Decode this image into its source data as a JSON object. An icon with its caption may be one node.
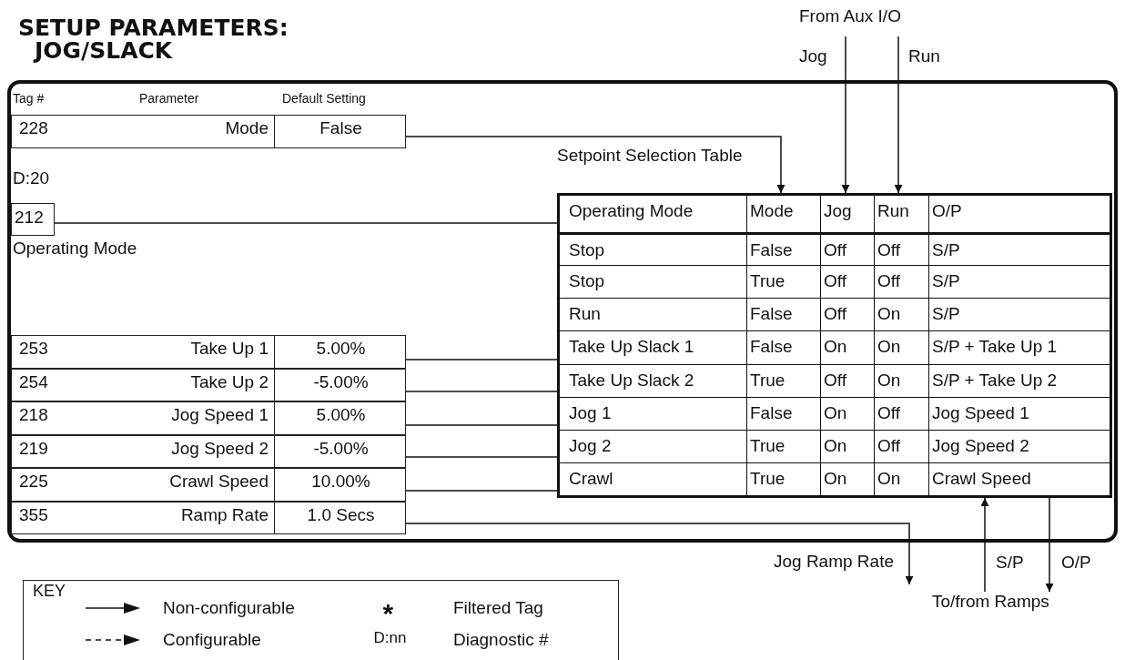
{
  "diagram": {
    "title": "SETUP PARAMETERS: JOG/SLACK",
    "nodes": [
      {
        "text": [],
        "shape": "box"
      },
      {
        "text": [
          "228",
          "Mode",
          "False"
        ],
        "in": 0
      },
      {
        "text": [
          "212"
        ],
        "in": 0,
        "beside": [
          "D:20",
          "Operating Mode"
        ]
      },
      {
        "text": [
          "253",
          "Take Up 1",
          "5.00%"
        ],
        "in": 0
      },
      {
        "text": [
          "254",
          "Take Up 2",
          "-5.00%"
        ],
        "in": 0
      },
      {
        "text": [
          "218",
          "Jog Speed 1",
          "5.00%"
        ],
        "in": 0
      },
      {
        "text": [
          "219",
          "Jog Speed 2",
          "-5.00%"
        ],
        "in": 0
      },
      {
        "text": [
          "225",
          "Crawl Speed",
          "10.00%"
        ],
        "in": 0
      },
      {
        "text": [
          "355",
          "Ramp Rate",
          "1.0 Secs"
        ],
        "in": 0
      },
      {
        "text": [
          "Setpoint Selection Table"
        ],
        "in": 0
      },
      {
        "text": [
          "KEY"
        ]
      },
      {
        "text": [
          "To/from Ramps"
        ]
      },
      {
        "text": [
          "Jog Ramp Rate"
        ]
      }
    ],
    "edges": [
      {
        "from": 1,
        "to": 9,
        "arrow": "to"
      },
      {
        "from": 2,
        "to": 9,
        "arrow": "none"
      },
      {
        "from": 3,
        "to": 9,
        "arrow": "none"
      },
      {
        "from": 4,
        "to": 9,
        "arrow": "none"
      },
      {
        "from": 5,
        "to": 9,
        "arrow": "none"
      },
      {
        "from": 6,
        "to": 9,
        "arrow": "none"
      },
      {
        "from": 7,
        "to": 9,
        "arrow": "none"
      },
      {
        "from": 8,
        "to": 12,
        "arrow": "to"
      },
      {
        "from": null,
        "to": 9,
        "arrow": "to",
        "label": "Jog"
      },
      {
        "from": null,
        "to": 9,
        "arrow": "to",
        "label": "Run"
      },
      {
        "from": 11,
        "to": 9,
        "arrow": "to",
        "label": "S/P"
      },
      {
        "from": 9,
        "to": 11,
        "arrow": "to",
        "label": "O/P"
      }
    ],
    "labels": [
      "From Aux I/O",
      "Tag #",
      "Parameter",
      "Default Setting",
      "Operating Mode",
      "Mode",
      "Jog",
      "Run",
      "O/P",
      "Stop",
      "False",
      "Off",
      "Off",
      "S/P",
      "Stop",
      "True",
      "Off",
      "Off",
      "S/P",
      "Run",
      "False",
      "Off",
      "On",
      "S/P",
      "Take Up Slack 1",
      "False",
      "On",
      "On",
      "S/P + Take Up 1",
      "Take Up Slack 2",
      "True",
      "Off",
      "On",
      "S/P + Take Up 2",
      "Jog 1",
      "False",
      "On",
      "Off",
      "Jog Speed 1",
      "Jog 2",
      "True",
      "On",
      "Off",
      "Jog Speed 2",
      "Crawl",
      "True",
      "On",
      "On",
      "Crawl Speed",
      "*",
      "D:nn"
    ],
    "legend": [
      {
        "text": "Non-configurable"
      },
      {
        "text": "Configurable"
      },
      {
        "text": "Filtered Tag"
      },
      {
        "text": "Diagnostic #"
      }
    ]
  }
}
